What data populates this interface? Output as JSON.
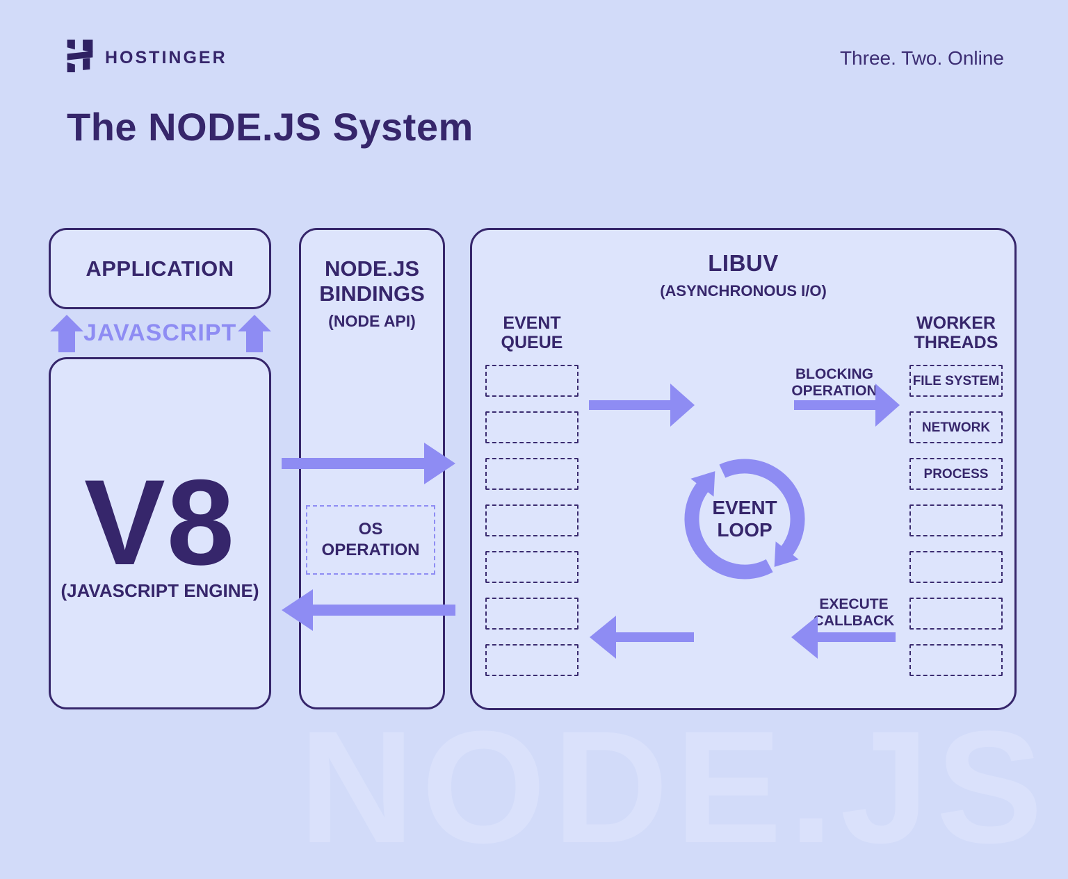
{
  "header": {
    "brand": "HOSTINGER",
    "tagline": "Three. Two. Online"
  },
  "title": "The NODE.JS System",
  "colors": {
    "background": "#d2dbf9",
    "box_fill": "#dde4fc",
    "dark_purple": "#36266b",
    "light_purple": "#8e8cf3"
  },
  "application": {
    "label": "APPLICATION"
  },
  "javascript_flow": {
    "label": "JAVASCRIPT"
  },
  "v8": {
    "label": "V8",
    "sublabel": "(JAVASCRIPT ENGINE)"
  },
  "bindings": {
    "title_line1": "NODE.JS",
    "title_line2": "BINDINGS",
    "subtitle": "(NODE API)",
    "os_operation_line1": "OS",
    "os_operation_line2": "OPERATION"
  },
  "libuv": {
    "title": "LIBUV",
    "subtitle": "(ASYNCHRONOUS I/O)",
    "event_queue": {
      "label_line1": "EVENT",
      "label_line2": "QUEUE",
      "slots": [
        "",
        "",
        "",
        "",
        "",
        "",
        ""
      ]
    },
    "worker_threads": {
      "label_line1": "WORKER",
      "label_line2": "THREADS",
      "slots": [
        "FILE SYSTEM",
        "NETWORK",
        "PROCESS",
        "",
        "",
        "",
        ""
      ]
    },
    "event_loop": {
      "label_line1": "EVENT",
      "label_line2": "LOOP"
    },
    "blocking_operation_line1": "BLOCKING",
    "blocking_operation_line2": "OPERATION",
    "execute_callback_line1": "EXECUTE",
    "execute_callback_line2": "CALLBACK"
  },
  "watermark": "NODE.JS"
}
